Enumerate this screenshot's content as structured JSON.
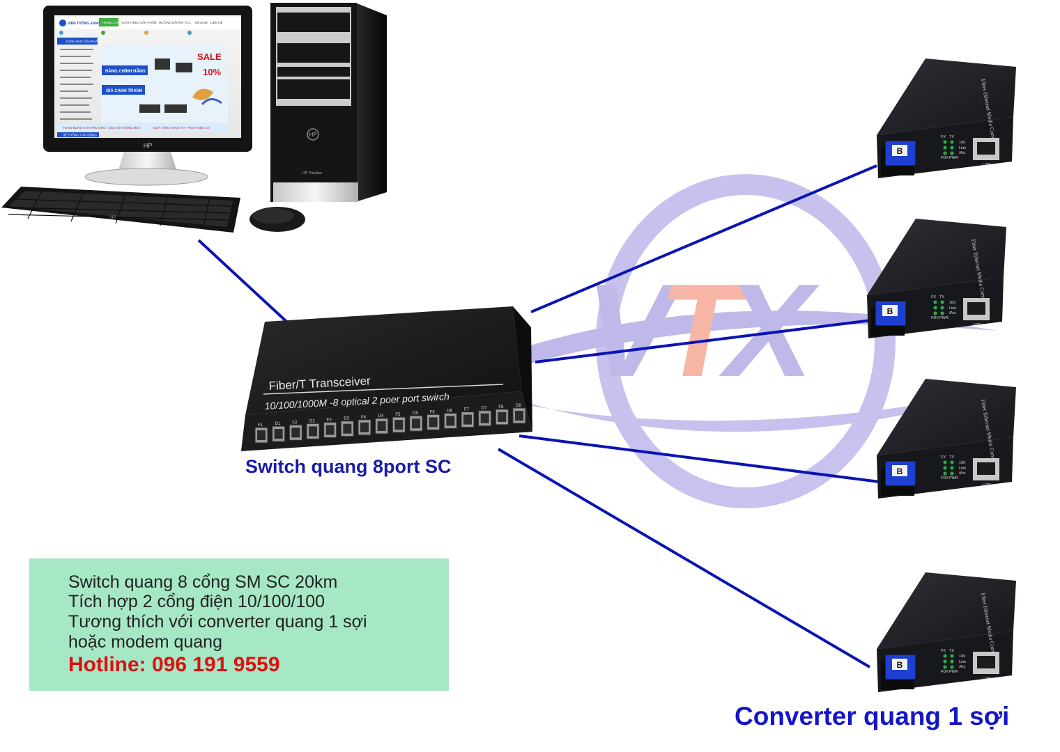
{
  "pc": {
    "monitor_brand": "HP",
    "tower_brand": "HP",
    "tower_model": "HP Pavilion",
    "keyboard_brand": "HP"
  },
  "website_preview": {
    "logo_text": "VIỄN THÔNG XANH",
    "nav_items": [
      "TRANG CHỦ",
      "GIỚI THIỆU",
      "SẢN PHẨM",
      "HƯỚNG DẪN",
      "TIN TỨC",
      "REVIEW",
      "LIÊN HỆ"
    ],
    "sidebar_title": "DANH MỤC SẢN PHẨM",
    "banner_main": "HÀNG CHÍNH HÃNG",
    "banner_second": "GIÁ CẠNH TRANH",
    "sale_text": "SALE",
    "sale_percent": "10%",
    "footer_title": "HỆ THỐNG CẤP ĐỒNG",
    "ticker_left": "TƯNG BỪNG KHAI TRƯƠNG - NGẠI GÌ KHÔNG MUA",
    "ticker_right": "QUÀ TẶNG TRAO TAY - NGAY KÉO LỜ"
  },
  "switch_device": {
    "brand": "Fiber/T Transceiver",
    "subtitle": "10/100/1000M -8 optical 2 poer port swirch",
    "ports": [
      "F1",
      "D1",
      "F2",
      "D2",
      "F3",
      "D3",
      "F4",
      "D4",
      "F5",
      "D5",
      "F6",
      "D6",
      "F7",
      "D7",
      "F8",
      "D8"
    ]
  },
  "switch_label": "Switch quang 8port SC",
  "converter": {
    "side_text": "Fiber Ethernet Media Converter",
    "port_letter": "B",
    "led_labels": [
      "FX",
      "TX",
      "100",
      "Link",
      "/Act",
      "FDX",
      "PWR"
    ],
    "utp_label": "UTP"
  },
  "converter_label": "Converter quang 1 sợi",
  "watermark_text": "VTX",
  "info": {
    "lines": [
      "Switch quang 8 cổng SM SC 20km",
      "Tích hợp 2 cổng điện 10/100/100",
      "Tương thích với converter quang 1 sợi",
      "hoặc modem quang"
    ],
    "hotline": "Hotline: 096 191 9559"
  },
  "colors": {
    "cable": "#0a14b4",
    "switch_label": "#1a1aa8",
    "converter_label": "#1515c8",
    "info_bg": "#a6e8c6",
    "hotline": "#e01010",
    "watermark_purple": "#8a80d8",
    "watermark_red": "#f07a5c"
  }
}
